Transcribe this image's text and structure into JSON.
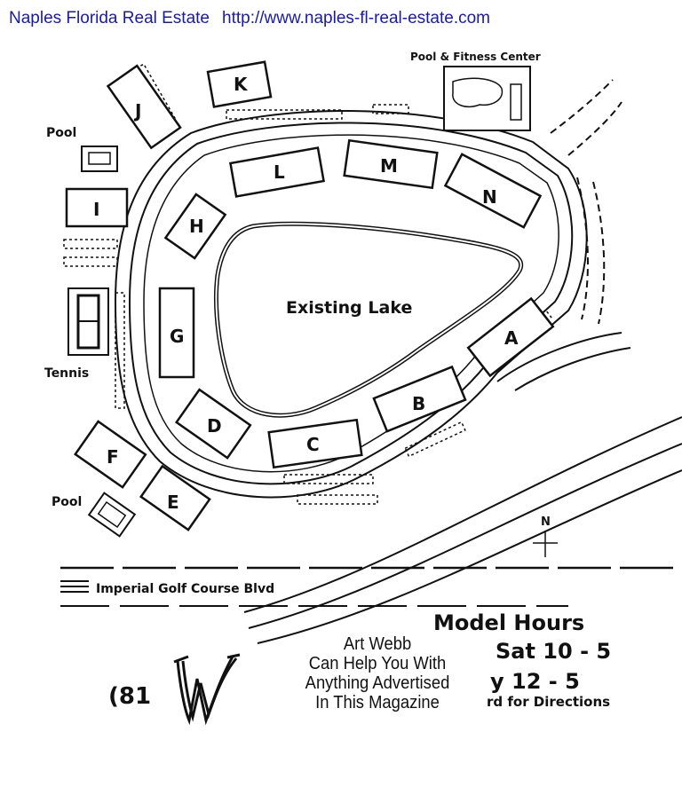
{
  "header": {
    "site_name": "Naples Florida Real Estate",
    "url": "http://www.naples-fl-real-estate.com"
  },
  "map": {
    "buildings": [
      "A",
      "B",
      "C",
      "D",
      "E",
      "F",
      "G",
      "H",
      "I",
      "J",
      "K",
      "L",
      "M",
      "N"
    ],
    "amenities": {
      "pool_fitness": "Pool & Fitness Center",
      "pool_top": "Pool",
      "pool_bottom": "Pool",
      "tennis": "Tennis",
      "lake": "Existing Lake",
      "road": "Imperial Golf Course Blvd",
      "north": "N"
    }
  },
  "ad": {
    "line1": "Art Webb",
    "line2": "Can Help You With",
    "line3": "Anything Advertised",
    "line4": "In This Magazine"
  },
  "hours": {
    "title": "Model Hours",
    "line1": "Sat  10 - 5",
    "line2": "y 12 - 5",
    "line3": "rd for Directions"
  },
  "phone": "(81"
}
